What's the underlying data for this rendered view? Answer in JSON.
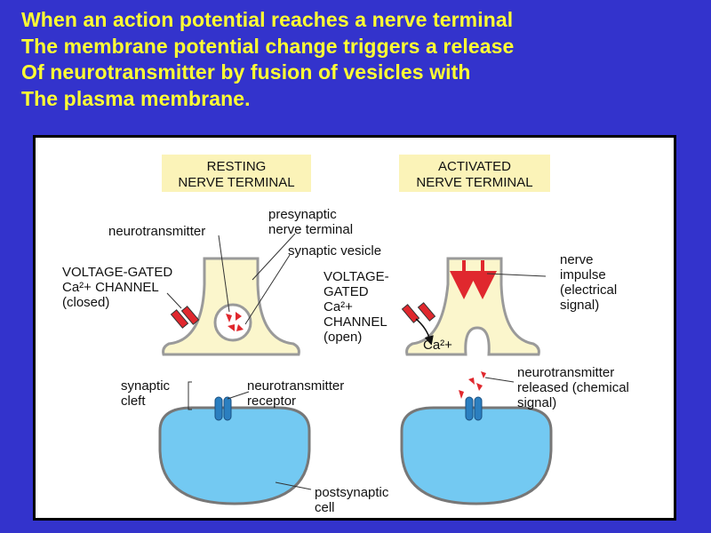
{
  "slide": {
    "title_lines": [
      "When an action potential reaches a nerve terminal",
      "The membrane potential change triggers a release",
      "Of neurotransmitter by fusion of vesicles with",
      "The plasma membrane."
    ]
  },
  "diagram": {
    "resting_header": [
      "RESTING",
      "NERVE TERMINAL"
    ],
    "activated_header": [
      "ACTIVATED",
      "NERVE TERMINAL"
    ],
    "labels": {
      "neurotransmitter": "neurotransmitter",
      "presynaptic_1": "presynaptic",
      "presynaptic_2": "nerve terminal",
      "synaptic_vesicle": "synaptic vesicle",
      "vg_closed_1": "VOLTAGE-GATED",
      "vg_closed_2": "Ca²+ CHANNEL",
      "vg_closed_3": "(closed)",
      "vg_open_1": "VOLTAGE-",
      "vg_open_2": "GATED",
      "vg_open_3": "Ca²+",
      "vg_open_4": "CHANNEL",
      "vg_open_5": "(open)",
      "ca_ion": "Ca²+",
      "nerve_1": "nerve",
      "nerve_2": "impulse",
      "nerve_3": "(electrical",
      "nerve_4": "signal)",
      "cleft_1": "synaptic",
      "cleft_2": "cleft",
      "receptor_1": "neurotransmitter",
      "receptor_2": "receptor",
      "released_1": "neurotransmitter",
      "released_2": "released (chemical",
      "released_3": "signal)",
      "post_1": "postsynaptic",
      "post_2": "cell"
    },
    "colors": {
      "terminal_fill": "#fbf6cc",
      "terminal_stroke": "#9a9a9a",
      "header_fill": "#fbf3b8",
      "cell_fill": "#73c9f2",
      "cell_stroke": "#777777",
      "receptor": "#2b7fc0",
      "neurotransmitter": "#e0282e",
      "background": "#3333cc",
      "title": "#ffff33"
    }
  }
}
